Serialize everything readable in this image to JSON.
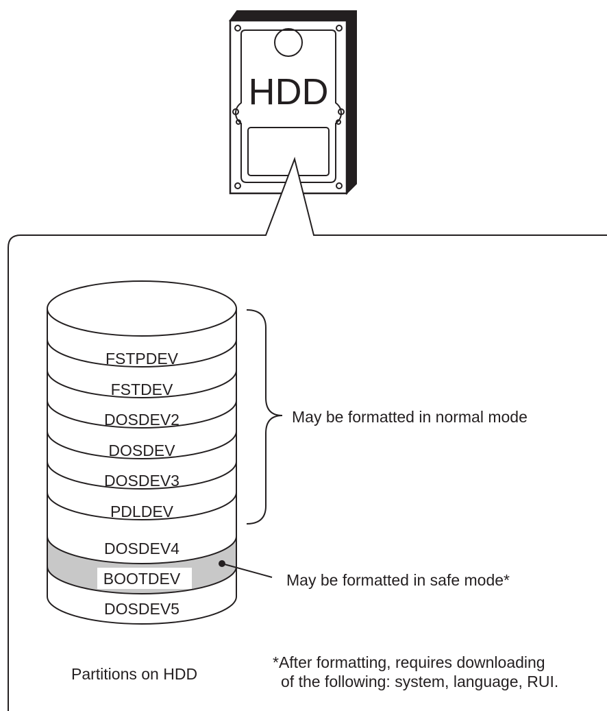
{
  "hdd": {
    "label": "HDD"
  },
  "colors": {
    "line": "#231f20",
    "shaded_partition": "#c8c8c8",
    "background": "#ffffff"
  },
  "partitions": [
    {
      "name": "FSTPDEV",
      "shaded": false
    },
    {
      "name": "FSTDEV",
      "shaded": false
    },
    {
      "name": "DOSDEV2",
      "shaded": false
    },
    {
      "name": "DOSDEV",
      "shaded": false
    },
    {
      "name": "DOSDEV3",
      "shaded": false
    },
    {
      "name": "PDLDEV",
      "shaded": false
    },
    {
      "name": "DOSDEV4",
      "shaded": false
    },
    {
      "name": "BOOTDEV",
      "shaded": true
    },
    {
      "name": "DOSDEV5",
      "shaded": false
    }
  ],
  "annotations": {
    "normal_mode": "May be formatted in normal mode",
    "safe_mode": "May be formatted in safe mode*",
    "caption": "Partitions on HDD",
    "footnote_line1": "*After formatting, requires downloading",
    "footnote_line2": "of the following: system, language, RUI."
  }
}
